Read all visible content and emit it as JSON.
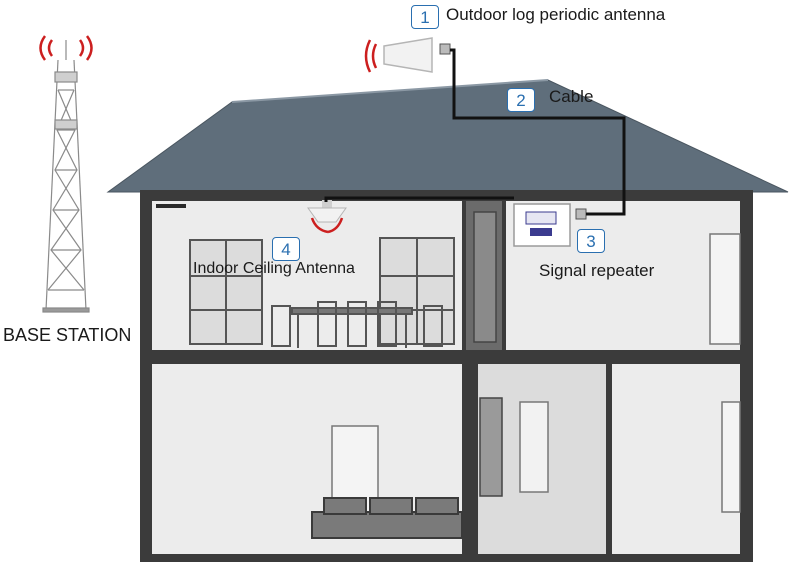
{
  "callouts": [
    {
      "number": "1",
      "text": "Outdoor log periodic antenna"
    },
    {
      "number": "2",
      "text": "Cable"
    },
    {
      "number": "3",
      "text": "Signal repeater"
    },
    {
      "number": "4",
      "text": "Indoor Ceiling Antenna"
    }
  ],
  "base_station": {
    "label": "BASE STATION"
  },
  "colors": {
    "roof": "#5f6e7b",
    "wall_dark": "#3b3b3b",
    "room_light": "#ececec",
    "signal_red": "#cc1f1f",
    "cable": "#111111",
    "badge_blue": "#2a6fb0"
  }
}
